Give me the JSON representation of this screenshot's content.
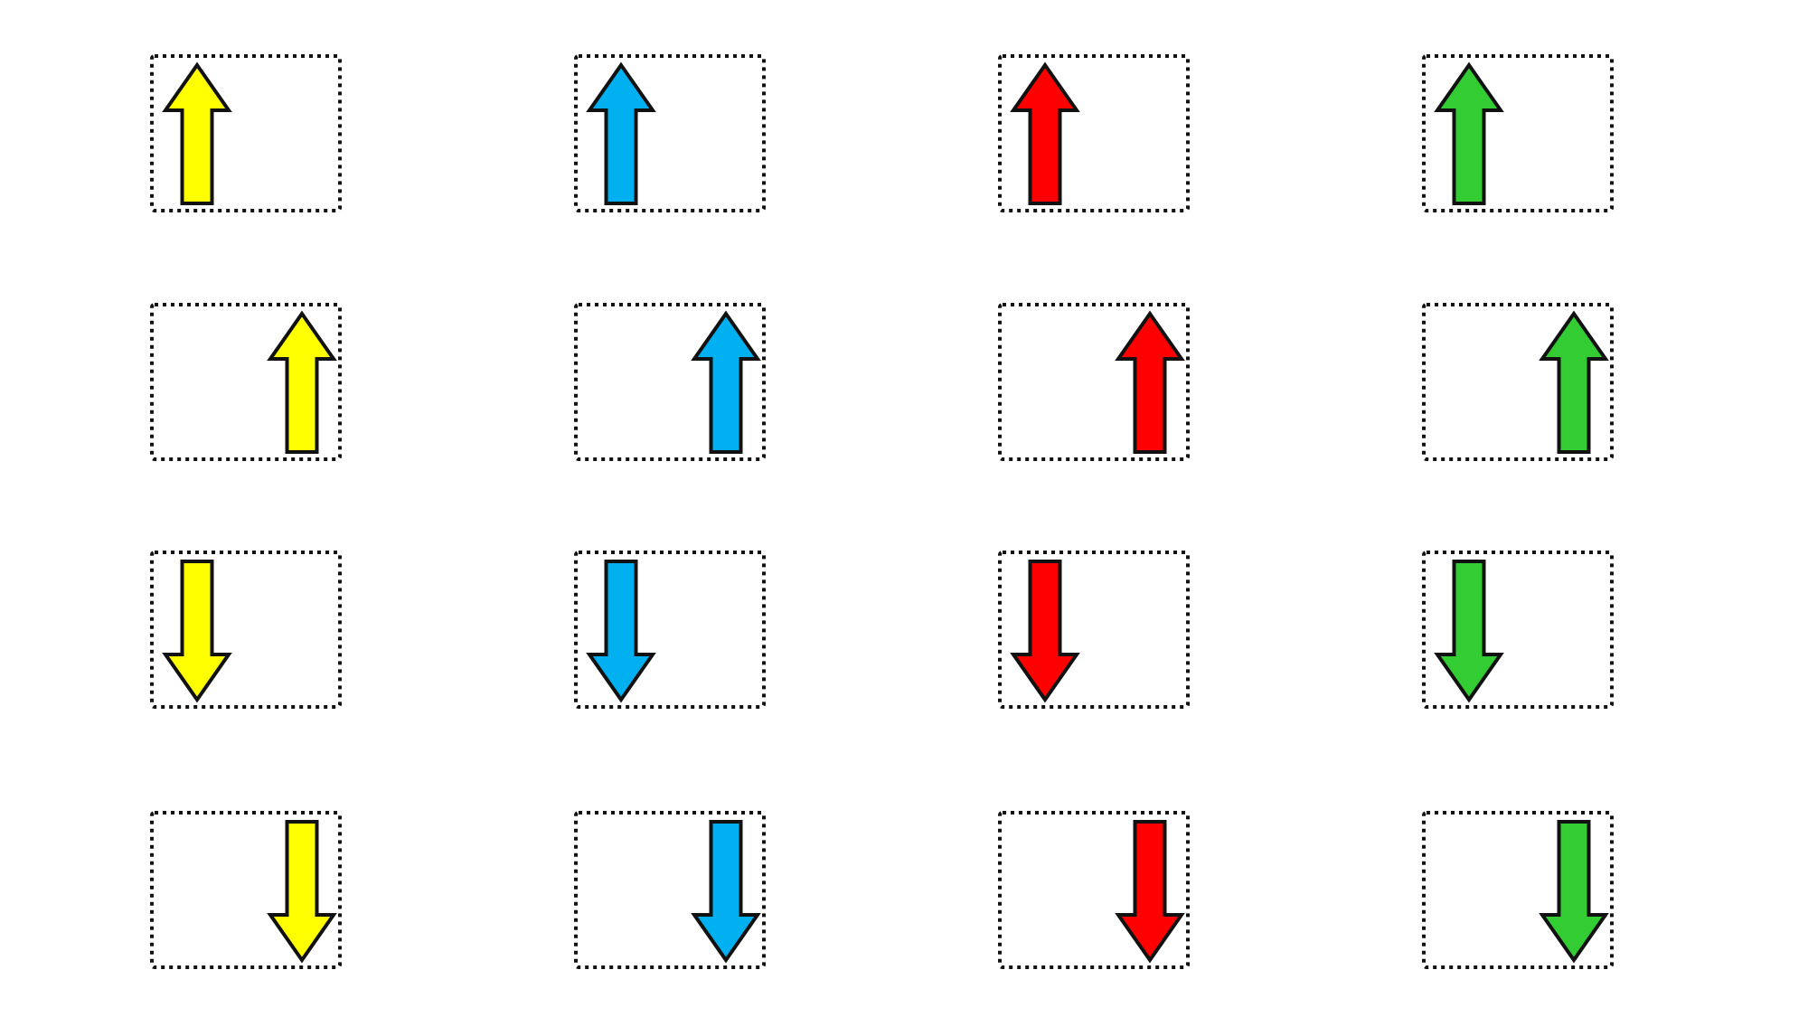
{
  "diagram": {
    "colors": [
      "#FFFF00",
      "#00B0F0",
      "#FF0000",
      "#33CC33"
    ],
    "color_names": [
      "yellow",
      "blue",
      "red",
      "green"
    ],
    "rows": [
      {
        "direction": "up",
        "position": "left"
      },
      {
        "direction": "up",
        "position": "right"
      },
      {
        "direction": "down",
        "position": "left"
      },
      {
        "direction": "down",
        "position": "right"
      }
    ],
    "frame_style": "dotted",
    "arrow_outline_color": "#111111",
    "frame_color": "#111111"
  }
}
